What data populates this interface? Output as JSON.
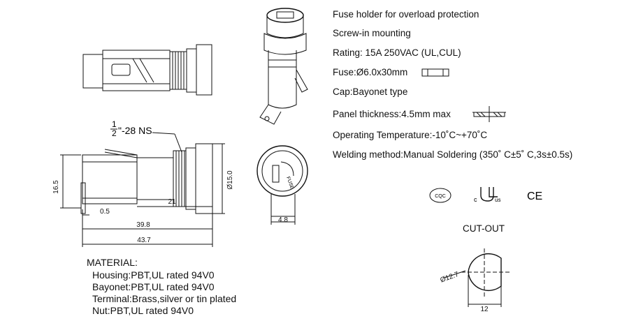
{
  "specs": {
    "line1": "Fuse holder for overload protection",
    "line2": "Screw-in mounting",
    "line3": "Rating: 15A 250VAC (UL,CUL)",
    "line4": "Fuse:Ø6.0x30mm",
    "line5": "Cap:Bayonet type",
    "line6": "Panel thickness:4.5mm max",
    "line7": "Operating Temperature:-10˚C~+70˚C",
    "line8": "Welding method:Manual Soldering (350˚ C±5˚ C,3s±0.5s)"
  },
  "material": {
    "title": "MATERIAL:",
    "housing": "Housing:PBT,UL rated 94V0",
    "bayonet": "Bayonet:PBT,UL rated 94V0",
    "terminal": "Terminal:Brass,silver or tin plated",
    "nut": "Nut:PBT,UL rated 94V0"
  },
  "dimensions": {
    "thread_frac_num": "1",
    "thread_frac_den": "2",
    "thread_rest": "\"-28 NS",
    "d165": "16.5",
    "d05": "0.5",
    "d21": "21",
    "d398": "39.8",
    "d437": "43.7",
    "d150": "Ø15.0",
    "d48": "4.8",
    "d127": "Ø12.7",
    "d12": "12"
  },
  "cutout": {
    "title": "CUT-OUT"
  },
  "fuse_label": "FUSE",
  "certs": {
    "cqc": "CQC",
    "ul_c": "c",
    "ul_us": "us",
    "ce": "CE"
  }
}
